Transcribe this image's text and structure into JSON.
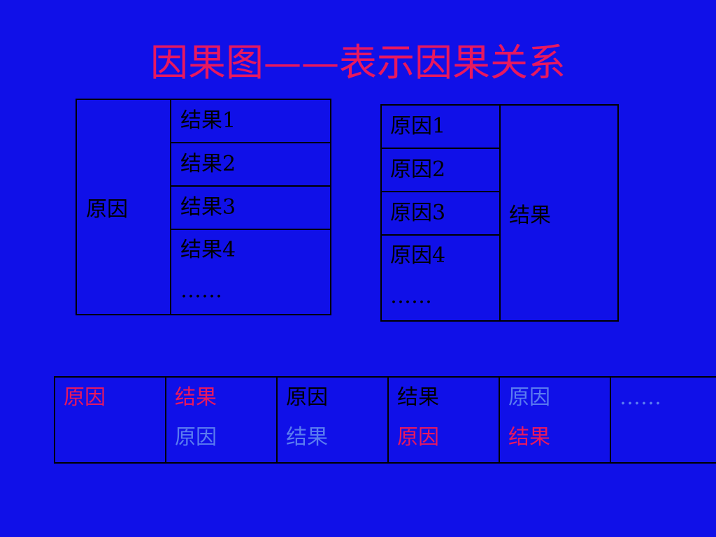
{
  "title": "因果图——表示因果关系",
  "left_table": {
    "cause": "原因",
    "effects": [
      "结果1",
      "结果2",
      "结果3",
      "结果4"
    ],
    "ellipsis": "……"
  },
  "right_table": {
    "causes": [
      "原因1",
      "原因2",
      "原因3",
      "原因4"
    ],
    "ellipsis": "……",
    "effect": "结果"
  },
  "chain_table": {
    "cells": [
      {
        "line1": "原因",
        "line2": ""
      },
      {
        "line1": "结果",
        "line2": "原因"
      },
      {
        "line1": "原因",
        "line2": "结果"
      },
      {
        "line1": "结果",
        "line2": "原因"
      },
      {
        "line1": "原因",
        "line2": "结果"
      },
      {
        "line1": "……",
        "line2": ""
      }
    ]
  },
  "colors": {
    "background": "#1010e8",
    "title": "#e8185f",
    "red_text": "#e8185f",
    "light_blue_text": "#5a7cf0",
    "black_text": "#000000",
    "border": "#000000"
  }
}
